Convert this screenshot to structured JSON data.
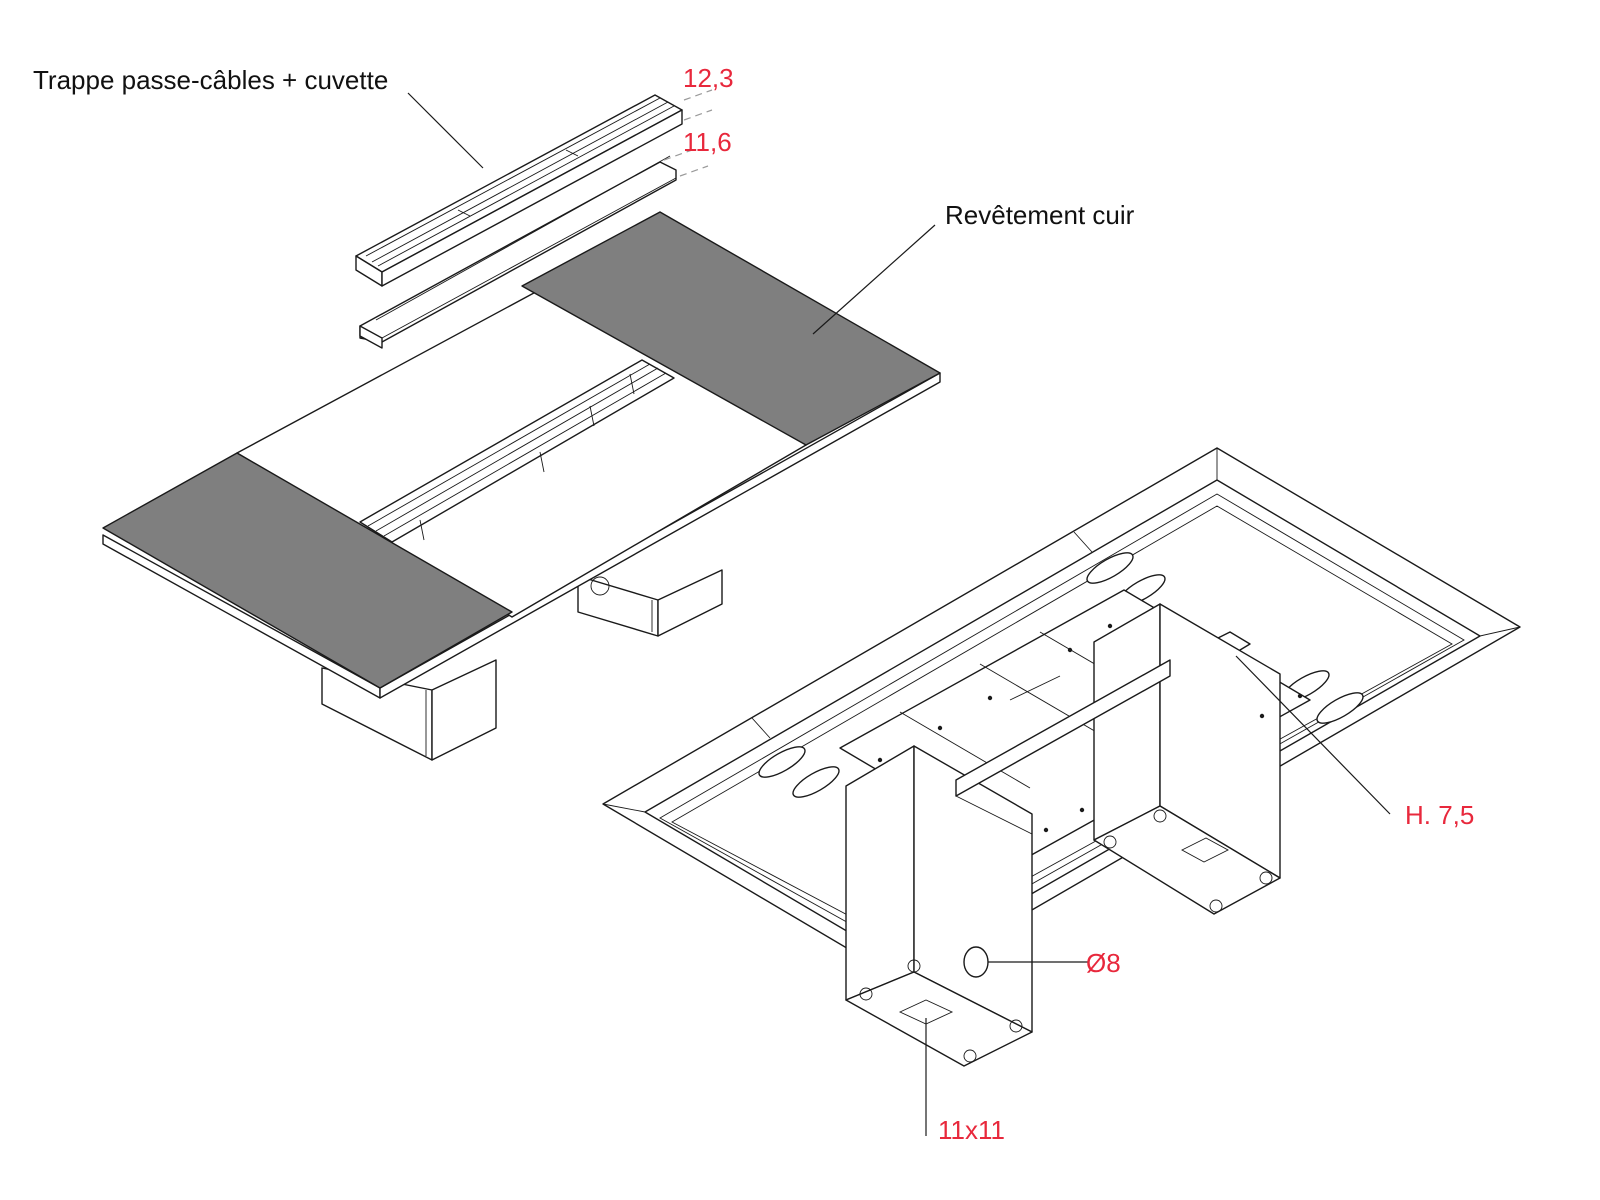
{
  "labels": {
    "trappe": "Trappe passe-câbles + cuvette",
    "revetement": "Revêtement cuir"
  },
  "dimensions": {
    "trappe_top": "12,3",
    "trappe_cuvette": "11,6",
    "hauteur": "H. 7,5",
    "diametre": "Ø8",
    "carre": "11x11"
  },
  "colors": {
    "dimension_text": "#e8283c",
    "leather": "#7f7f7f",
    "line": "#1a1a1a"
  }
}
